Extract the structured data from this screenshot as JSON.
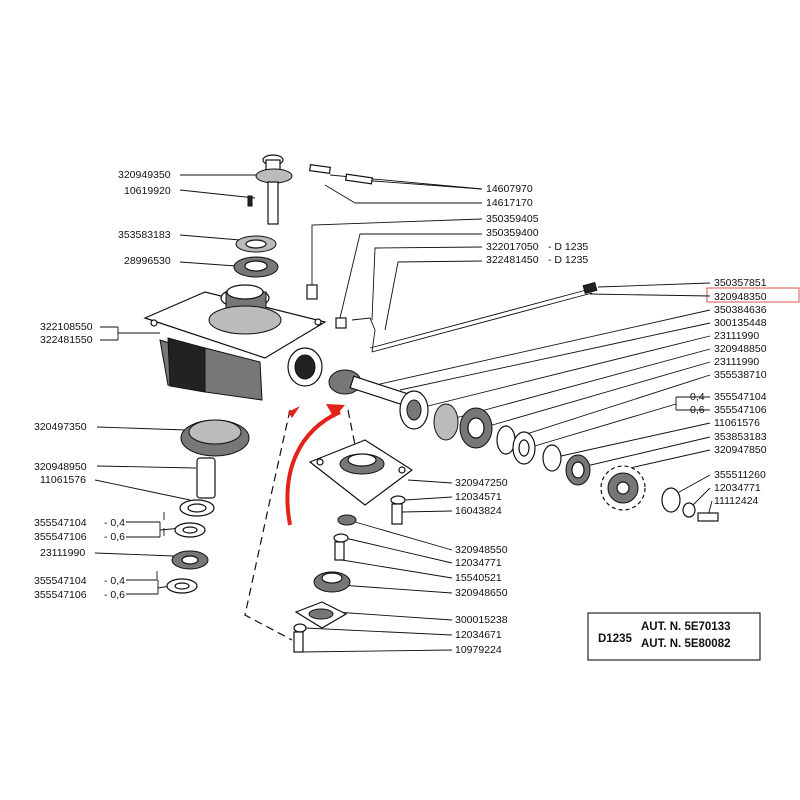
{
  "labels": {
    "l320949350": "320949350",
    "l10619920": "10619920",
    "l353583183": "353583183",
    "l28996530": "28996530",
    "l322108550": "322108550",
    "l322481550": "322481550",
    "l320497350": "320497350",
    "l320948950": "320948950",
    "l11061576a": "11061576",
    "l355547104a": "355547104",
    "l355547106a": "355547106",
    "l23111990a": "23111990",
    "l355547104b": "355547104",
    "l355547106b": "355547106",
    "l14607970": "14607970",
    "l14617170": "14617170",
    "l350359405": "350359405",
    "l350359400": "350359400",
    "l322017050": "322017050",
    "l322481450": "322481450",
    "l350357851": "350357851",
    "l320948350": "320948350",
    "l350384636": "350384636",
    "l300135448": "300135448",
    "l23111990b": "23111990",
    "l320948850": "320948850",
    "l23111990c": "23111990",
    "l355538710": "355538710",
    "l355547104c": "355547104",
    "l355547106c": "355547106",
    "l11061576b": "11061576",
    "l353853183": "353853183",
    "l320947850": "320947850",
    "l355511260": "355511260",
    "l12034771a": "12034771",
    "l11112424": "11112424",
    "l320947250": "320947250",
    "l12034571": "12034571",
    "l16043824": "16043824",
    "l320948550": "320948550",
    "l12034771b": "12034771",
    "l15540521": "15540521",
    "l320948650": "320948650",
    "l300015238": "300015238",
    "l12034671": "12034671",
    "l10979224": "10979224"
  },
  "suffix": {
    "s04": "- 0,4",
    "s06": "- 0,6",
    "d1235": "- D 1235",
    "r04": "0,4",
    "r06": "0,6"
  },
  "info_box": {
    "code": "D1235",
    "line1": "AUT. N. 5E70133",
    "line2": "AUT. N. 5E80082"
  },
  "colors": {
    "ink": "#111111",
    "highlight_box": "#d9534f",
    "arrow": "#e2231a"
  }
}
